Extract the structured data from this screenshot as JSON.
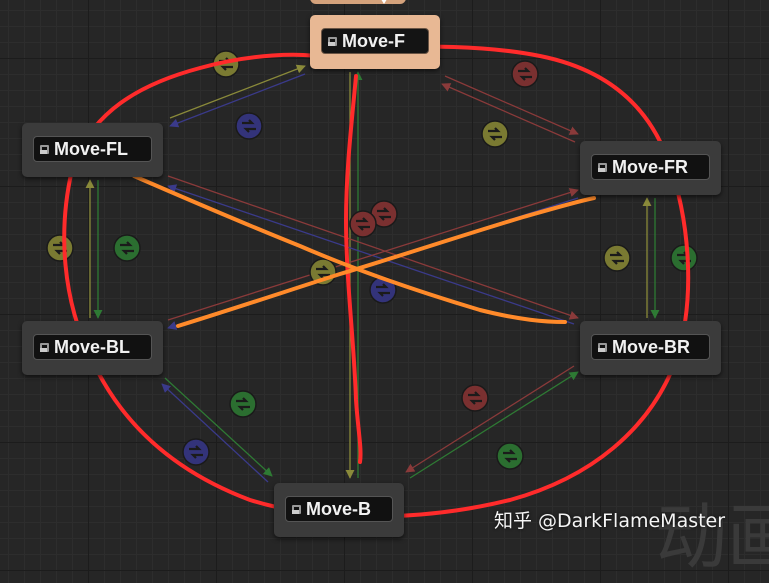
{
  "nodes": {
    "move_f": {
      "label": "Move-F"
    },
    "move_fl": {
      "label": "Move-FL"
    },
    "move_fr": {
      "label": "Move-FR"
    },
    "move_bl": {
      "label": "Move-BL"
    },
    "move_br": {
      "label": "Move-BR"
    },
    "move_b": {
      "label": "Move-B"
    }
  },
  "selected_node": "Move-F",
  "watermark": "知乎 @DarkFlameMaster",
  "background_glyph": "动画",
  "colors": {
    "node_bg": "#3b3b3b",
    "node_selected_bg": "#e8b894",
    "annotation_red": "#ff2b2b",
    "annotation_orange": "#ff8a2a",
    "transition_yellow": "#8a8a3a",
    "transition_red": "#8a3a3a",
    "transition_blue": "#3a3a8a",
    "transition_green": "#2e7a34"
  },
  "icons": {
    "node_icon": "state-node-icon",
    "rule_icon": "transition-rule-icon"
  }
}
